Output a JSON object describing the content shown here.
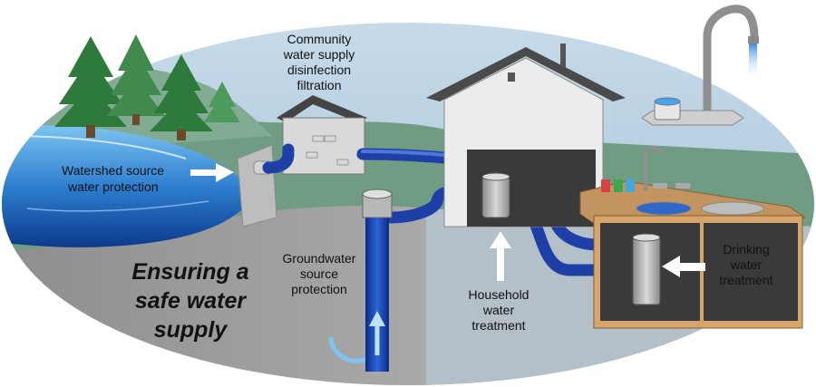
{
  "diagram": {
    "title_lines": [
      "Ensuring a",
      "safe water",
      "supply"
    ],
    "labels": {
      "community": [
        "Community",
        "water supply",
        "disinfection",
        "filtration"
      ],
      "watershed": [
        "Watershed source",
        "water protection"
      ],
      "groundwater": [
        "Groundwater",
        "source",
        "protection"
      ],
      "household": [
        "Household",
        "water",
        "treatment"
      ],
      "drinking": [
        "Drinking",
        "water",
        "treatment"
      ]
    },
    "colors": {
      "sky": "#a9c6dc",
      "land": "#6f9c83",
      "ground": "#9a9a9a",
      "lake": "#2e7fd0",
      "pipe": "#1f3fa8",
      "cabinet": "#d6a56b",
      "tree": "#2e7a3c"
    }
  }
}
